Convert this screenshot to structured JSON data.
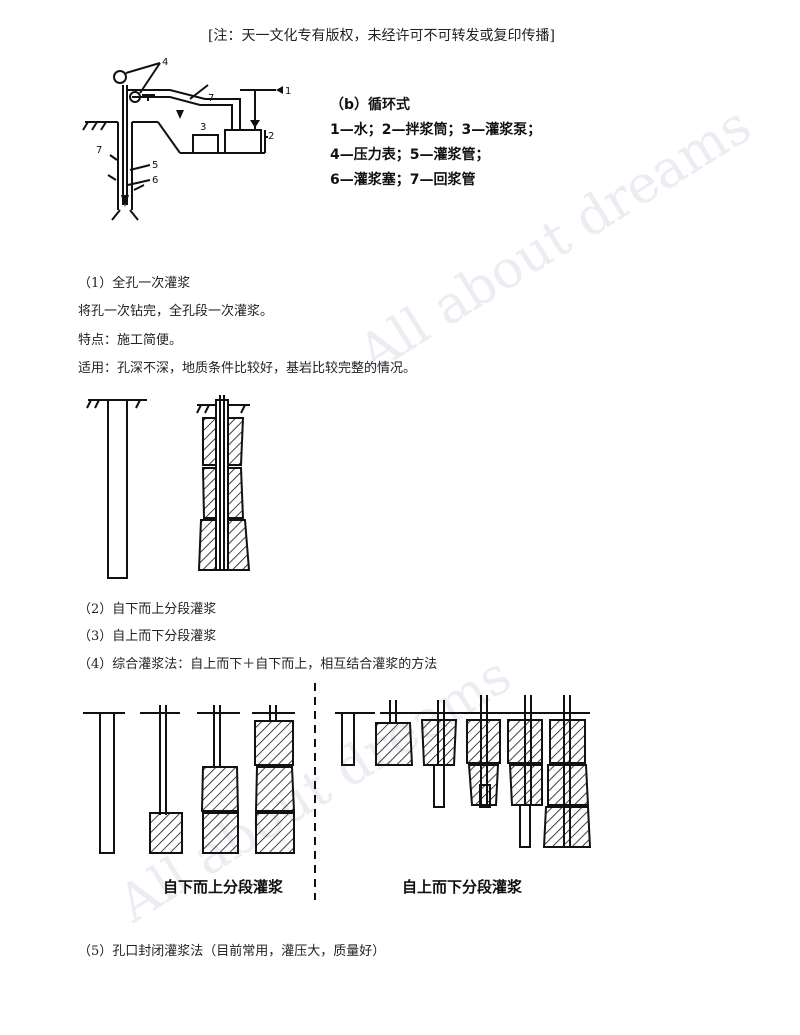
{
  "header_notice": "[注：天一文化专有版权，未经许可不可转发或复印传播]",
  "figure_b": {
    "title": "（b）循环式",
    "legend_lines": [
      "1—水；2—拌浆筒；3—灌浆泵；",
      "4—压力表；5—灌浆管；",
      "6—灌浆塞；7—回浆管"
    ],
    "callouts": [
      "1",
      "2",
      "3",
      "4",
      "5",
      "6",
      "7",
      "7"
    ]
  },
  "sections": {
    "s1_title": "（1）全孔一次灌浆",
    "s1_desc": "将孔一次钻完，全孔段一次灌浆。",
    "s1_feature": "特点：施工简便。",
    "s1_apply": "适用：孔深不深，地质条件比较好，基岩比较完整的情况。",
    "s2_title": "（2）自下而上分段灌浆",
    "s3_title": "（3）自上而下分段灌浆",
    "s4_title": "（4）综合灌浆法：自上而下＋自下而上，相互结合灌浆的方法",
    "s5_title": "（5）孔口封闭灌浆法（目前常用，灌压大，质量好）"
  },
  "figure_captions": {
    "bottom_up": "自下而上分段灌浆",
    "top_down": "自上而下分段灌浆"
  },
  "watermark": "All about dreams"
}
